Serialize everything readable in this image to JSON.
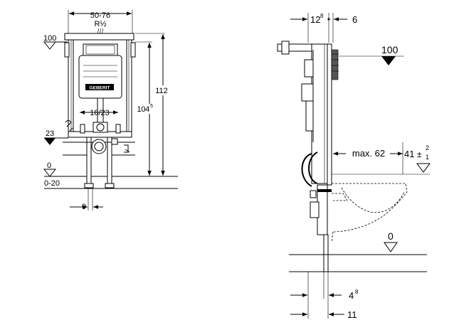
{
  "front_view": {
    "width_range": "50-76",
    "connection": "R½",
    "level_100": "100",
    "level_23": "23",
    "level_0": "0",
    "floor_range": "0-20",
    "height_112": "112",
    "height_104_base": "104",
    "height_104_sup": "5",
    "outlet_range": "18/23",
    "offset_9": "9",
    "brand_label": "GEBERIT"
  },
  "side_view": {
    "dim_12_base": "12",
    "dim_12_sup": "8",
    "dim_6": "6",
    "level_100": "100",
    "max_62": "max. 62",
    "dim_41": "41",
    "dim_41_sup": "2",
    "dim_41_sub": "1",
    "level_0": "0",
    "dim_4_base": "4",
    "dim_4_sup": "8",
    "dim_11": "11"
  }
}
